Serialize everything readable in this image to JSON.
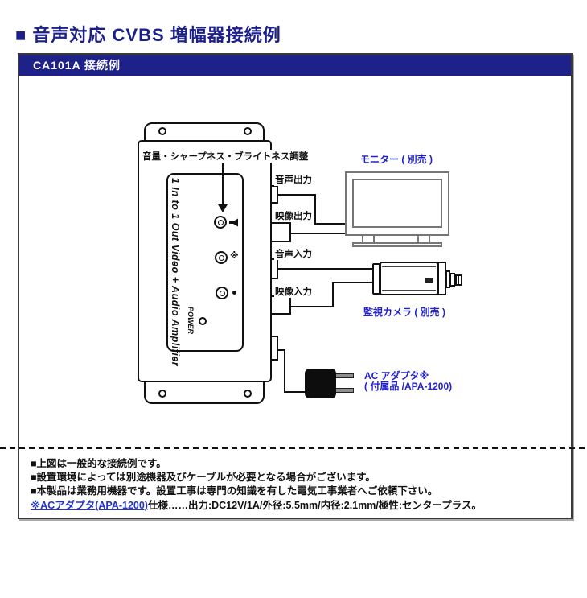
{
  "header": {
    "title": "■ 音声対応 CVBS 増幅器接続例",
    "panel_title": "CA101A 接続例"
  },
  "device": {
    "adjust_label": "音量・シャープネス・ブライトネス調整",
    "panel_text": "1 In to 1 Out Video + Audio Amplifier",
    "power_label": "POWER",
    "sharpness_symbol": "※"
  },
  "ports": [
    {
      "label": "音声出力"
    },
    {
      "label": "映像出力"
    },
    {
      "label": "音声入力"
    },
    {
      "label": "映像入力"
    }
  ],
  "monitor": {
    "label": "モニター ( 別売 )"
  },
  "camera": {
    "label": "監視カメラ ( 別売 )"
  },
  "ac_adapter": {
    "label_line1": "AC アダプタ※",
    "label_line2": "( 付属品 /APA-1200)"
  },
  "notes": {
    "line1": "■上図は一般的な接続例です。",
    "line2": "■設置環境によっては別途機器及びケーブルが必要となる場合がございます。",
    "line3": "■本製品は業務用機器です。設置工事は専門の知識を有した電気工事業者へご依頼下さい。",
    "line4_link": "※ACアダプタ(APA-1200)",
    "line4_rest": "仕様……出力:DC12V/1A/外径:5.5mm/内径:2.1mm/極性:センタープラス。"
  },
  "colors": {
    "accent_navy": "#1e2188",
    "label_blue": "#2222cc",
    "line_black": "#111111",
    "monitor_gray": "#767676"
  }
}
